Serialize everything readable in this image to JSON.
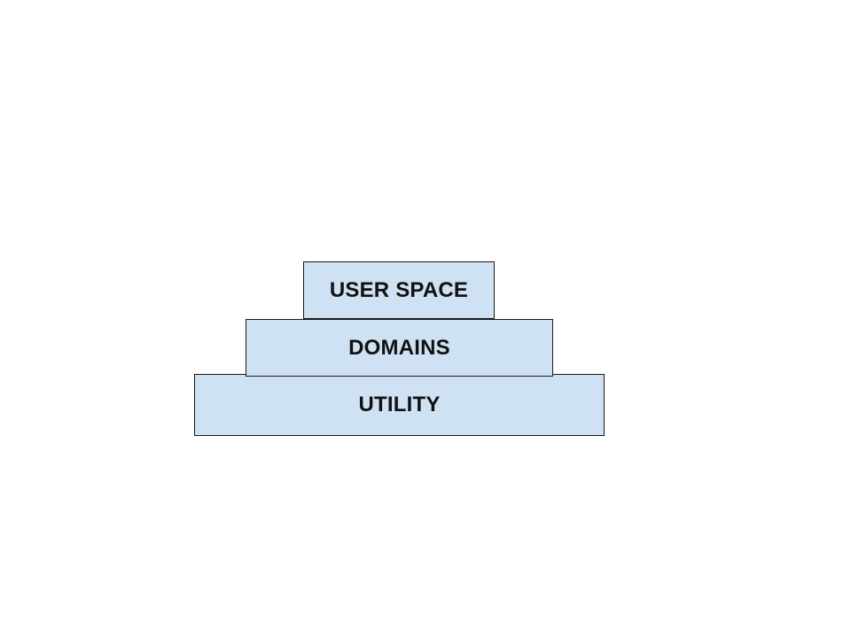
{
  "diagram": {
    "fill_color": "#cfe2f3",
    "border_color": "#1a1a1a",
    "text_color": "#111111",
    "layers": [
      {
        "label": "USER SPACE"
      },
      {
        "label": "DOMAINS"
      },
      {
        "label": "UTILITY"
      }
    ]
  }
}
